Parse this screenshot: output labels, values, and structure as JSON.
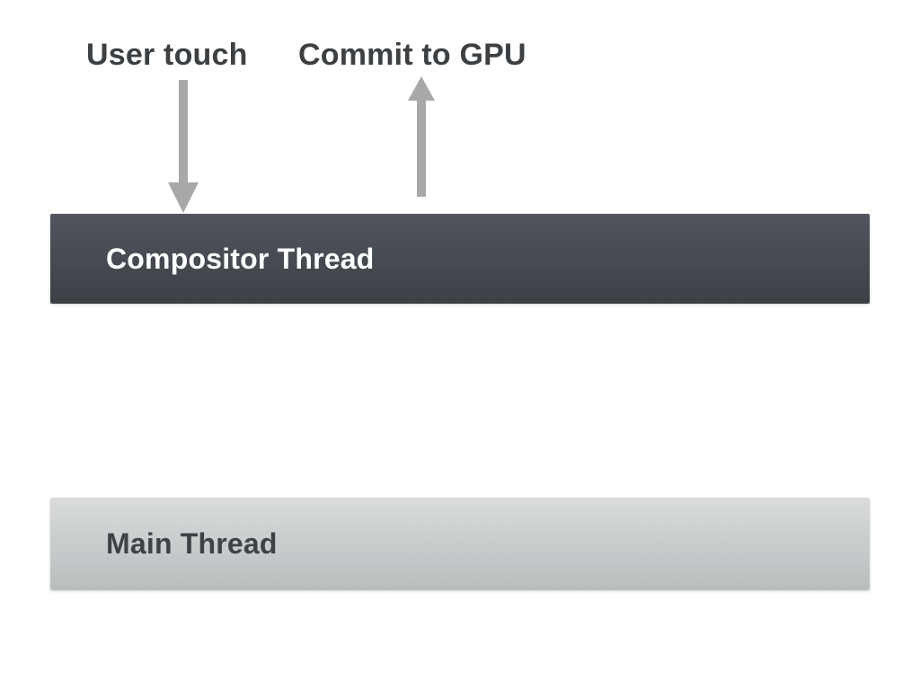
{
  "diagram": {
    "annotations": [
      {
        "text": "User touch",
        "arrow_direction": "down"
      },
      {
        "text": "Commit to GPU",
        "arrow_direction": "up"
      }
    ],
    "threads": [
      {
        "label": "Compositor Thread",
        "gradient_top": "#50555e",
        "gradient_bottom": "#3d4045",
        "text_color": "#ffffff"
      },
      {
        "label": "Main Thread",
        "gradient_top": "#d9dbdc",
        "gradient_bottom": "#b9bdbe",
        "text_color": "#3d4245"
      }
    ],
    "colors": {
      "background": "#ffffff",
      "annotation_text": "#3c4043",
      "arrow": "#a8a8a8"
    }
  }
}
